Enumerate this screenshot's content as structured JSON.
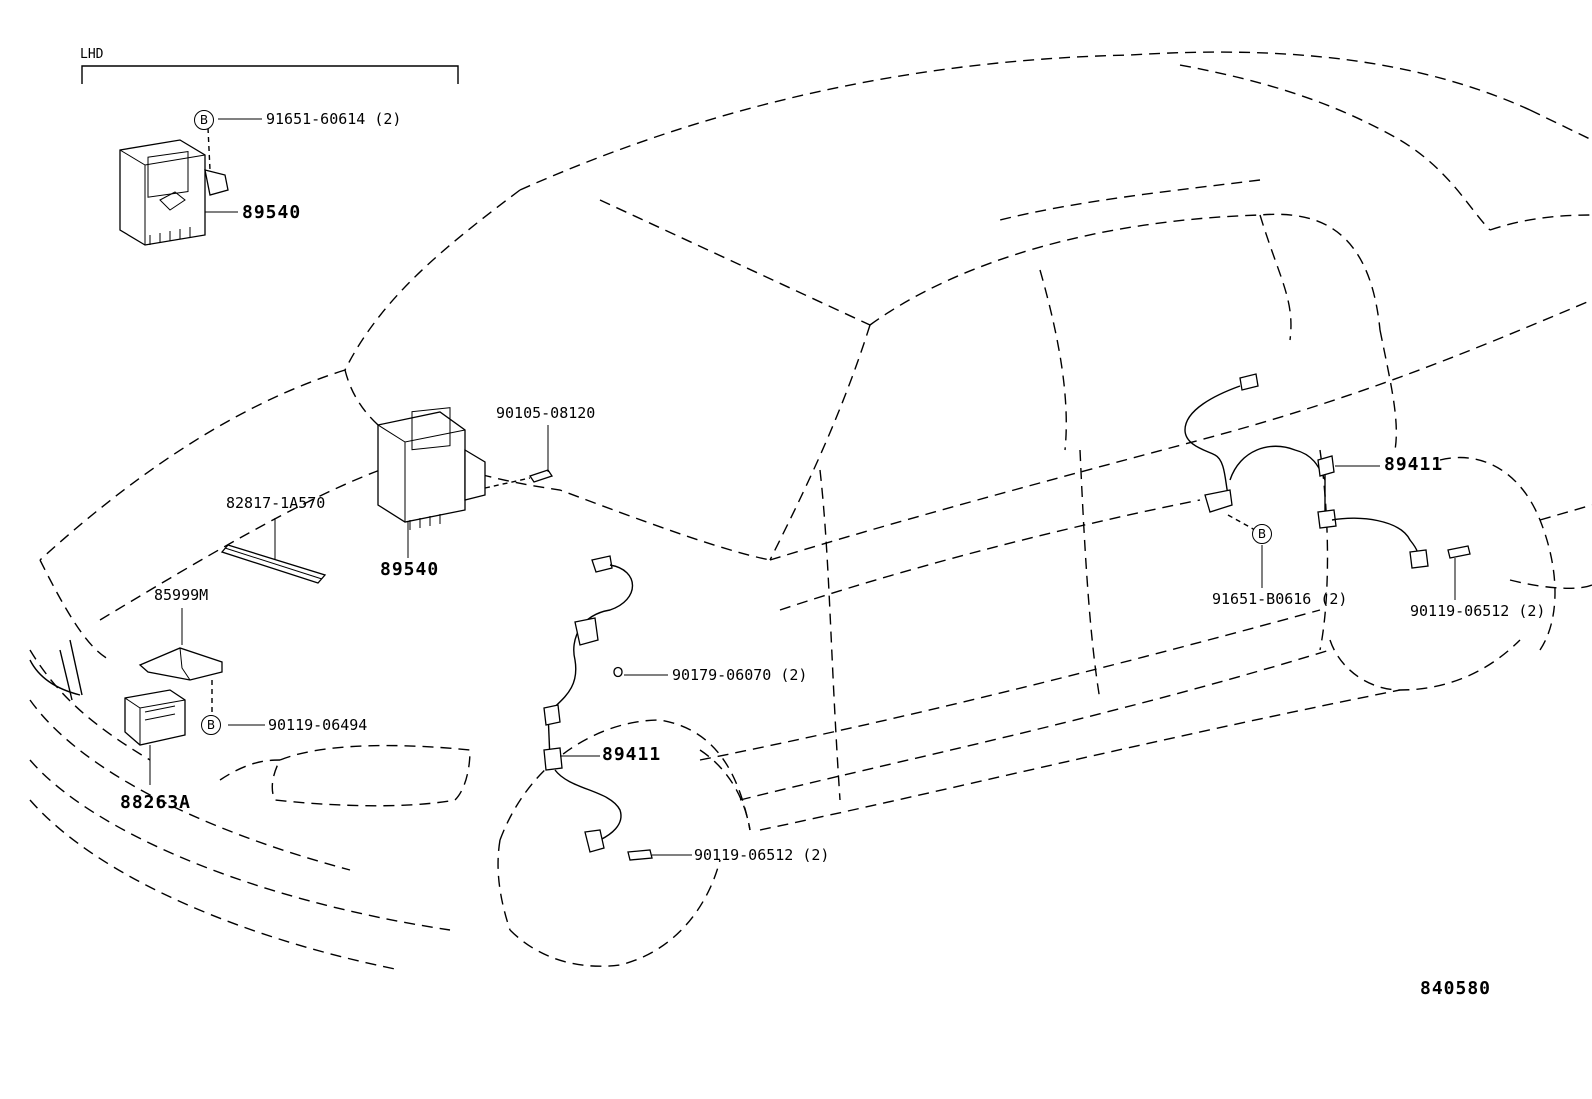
{
  "header": {
    "lhd_label": "LHD"
  },
  "callout_letter": "B",
  "labels": {
    "bolt_91651_60614": "91651-60614 (2)",
    "ecu_upper": "89540",
    "bolt_90105_08120": "90105-08120",
    "tape_82817": "82817-1A570",
    "ecu_main": "89540",
    "bracket_85999m": "85999M",
    "bolt_90119_06494": "90119-06494",
    "connector_88263a": "88263A",
    "nut_90179_06070": "90179-06070 (2)",
    "sensor_front": "89411",
    "bolt_front_90119_06512": "90119-06512 (2)",
    "sensor_rear": "89411",
    "bolt_91651_b0616": "91651-B0616 (2)",
    "bolt_rear_90119_06512": "90119-06512 (2)",
    "diagram_number": "840580"
  }
}
